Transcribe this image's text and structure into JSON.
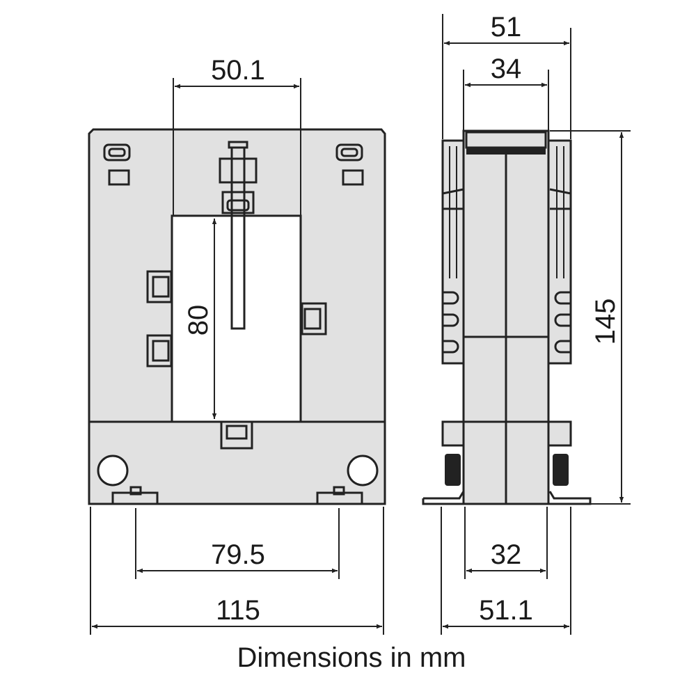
{
  "front_view": {
    "window_width": "50.1",
    "window_height": "80",
    "mount_spacing": "79.5",
    "overall_width": "115"
  },
  "side_view": {
    "top_width": "51",
    "core_width": "34",
    "base_core_width": "32",
    "base_width": "51.1",
    "overall_height": "145"
  },
  "caption": "Dimensions in mm",
  "colors": {
    "body": "#e1e1e1",
    "line": "#222222"
  }
}
